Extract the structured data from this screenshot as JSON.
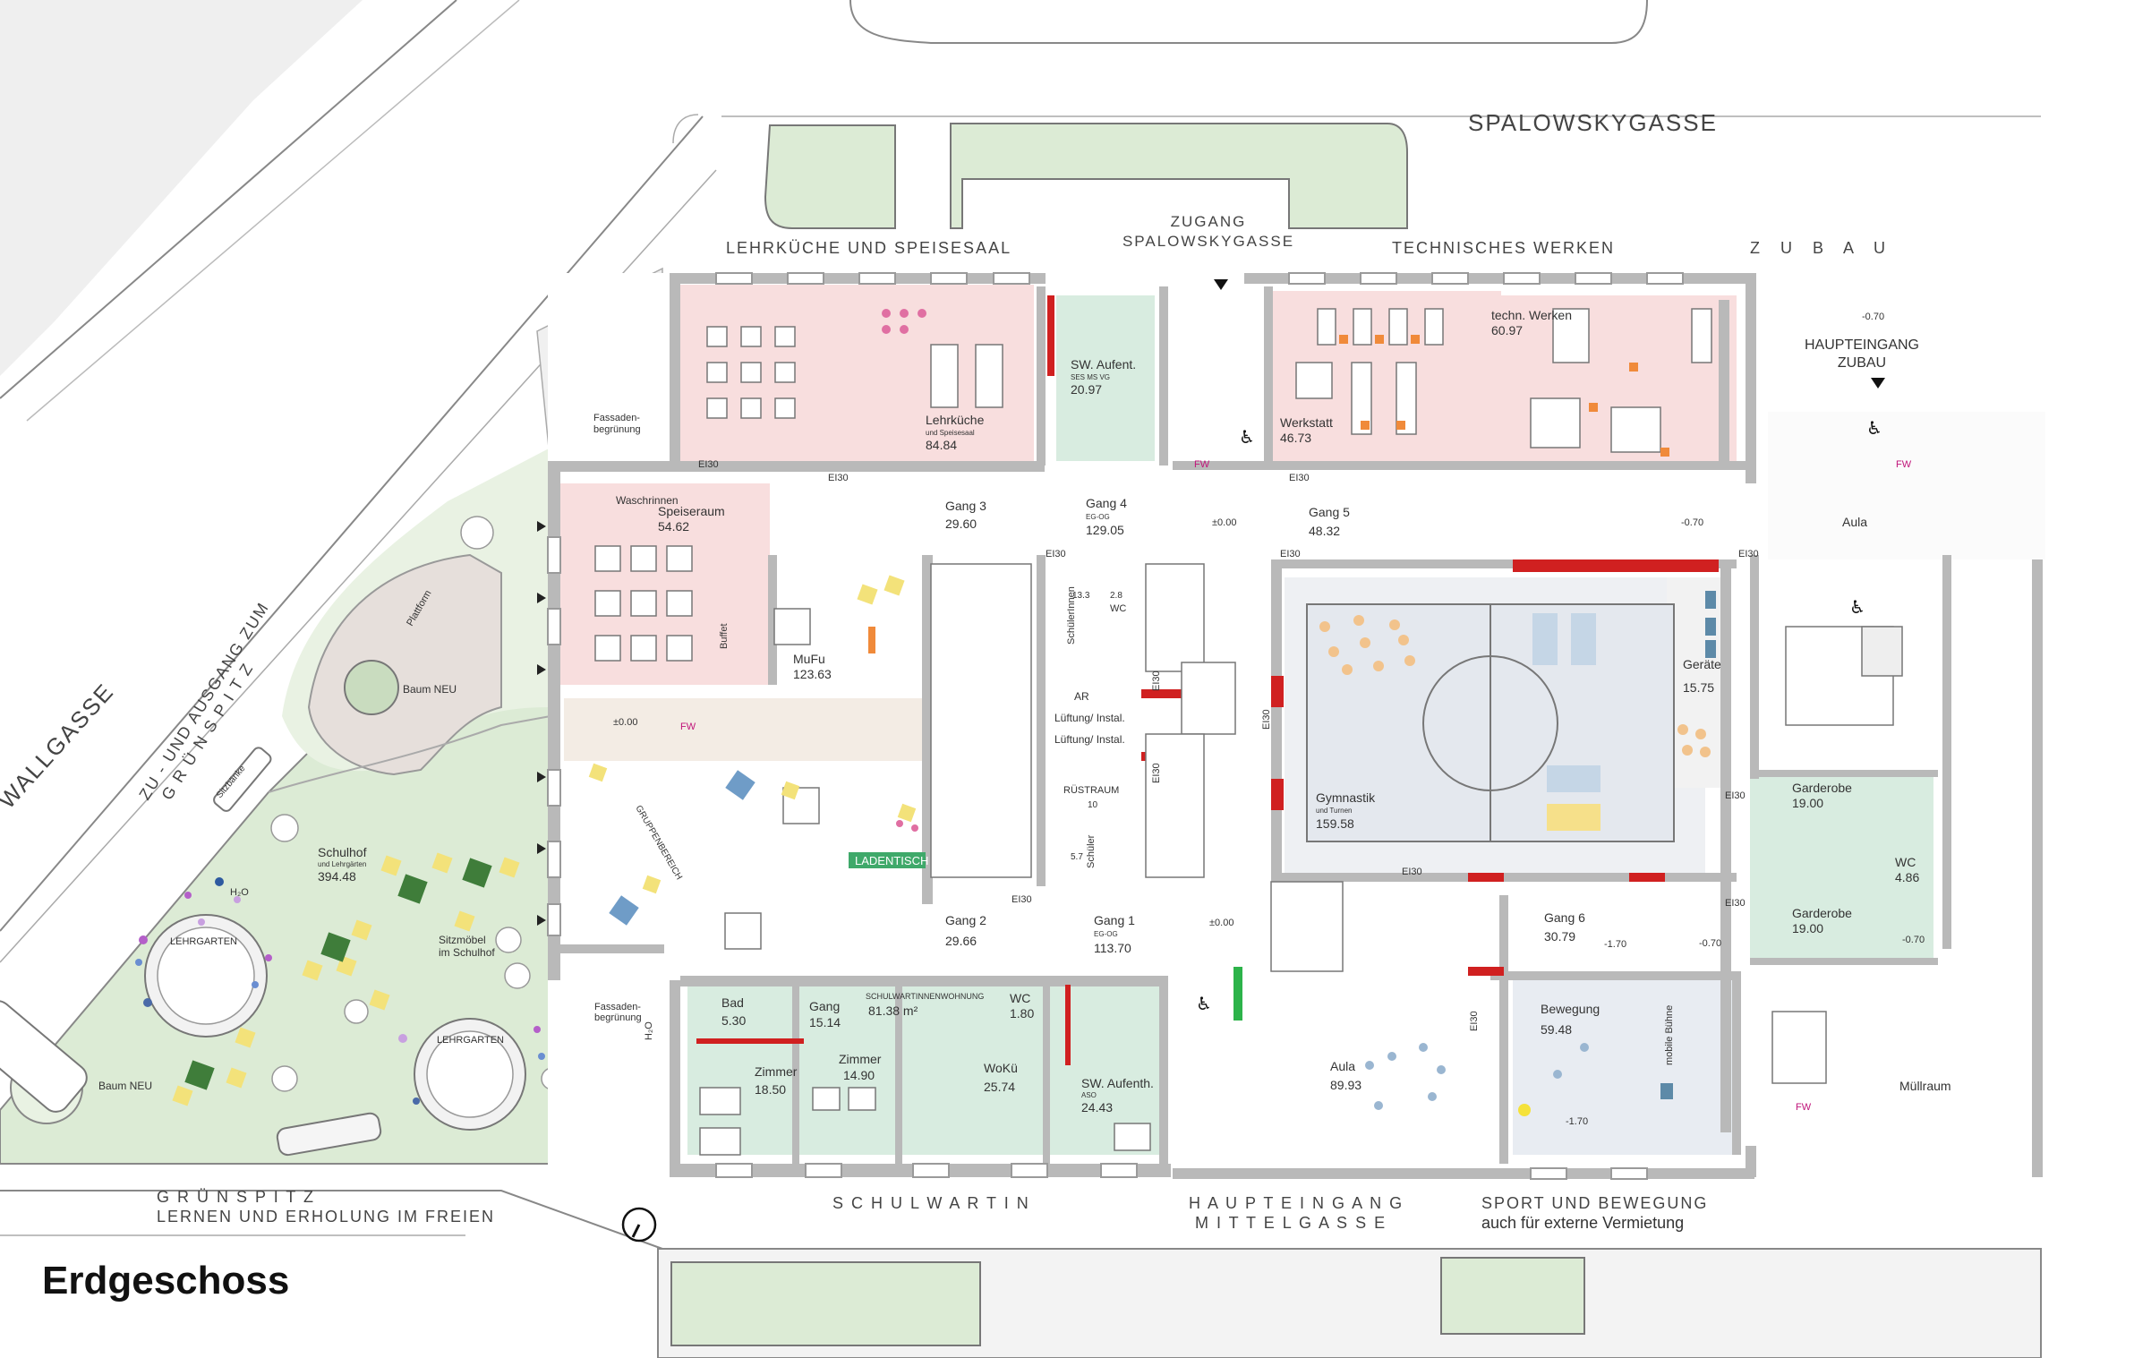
{
  "title": "Erdgeschoss",
  "colors": {
    "kitchen": "#f8dede",
    "green_room": "#d8ece0",
    "garden": "#dcebd5",
    "wall": "#b9b9b9",
    "fire_red": "#d02020",
    "fw_magenta": "#c0157a",
    "door_green": "#2db34a"
  },
  "streets": {
    "spalowsky": "SPALOWSKYGASSE",
    "wallgasse": "WALLGASSE",
    "zubau": "Z U B A U"
  },
  "zones": {
    "lehrkueche": "LEHRKÜCHE UND SPEISESAAL",
    "zugang_1": "ZUGANG",
    "zugang_2": "SPALOWSKYGASSE",
    "werken": "TECHNISCHES WERKEN",
    "haupteingang_zubau_1": "HAUPTEINGANG",
    "haupteingang_zubau_2": "ZUBAU",
    "gruenspitz_entry_1": "ZU - UND AUSGANG ZUM",
    "gruenspitz_entry_2": "G R Ü N S P I T Z",
    "gruenspitz_1": "G R Ü N S P I T Z",
    "gruenspitz_2": "LERNEN UND ERHOLUNG IM FREIEN",
    "schulwartin": "S C H U L W A R T I N",
    "haupteingang_mittel_1": "H A U P T E I N G A N G",
    "haupteingang_mittel_2": "M I T T E L G A S S E",
    "sport_1": "SPORT UND BEWEGUNG",
    "sport_2": "auch für externe Vermietung"
  },
  "rooms": {
    "lehrkueche": {
      "name": "Lehrküche",
      "sub": "und Speisesaal",
      "area": "84.84"
    },
    "sw_aufent_top": {
      "name": "SW. Aufent.",
      "sub": "SES MS VG",
      "area": "20.97"
    },
    "werkstatt": {
      "name": "Werkstatt",
      "area": "46.73"
    },
    "techn_werken": {
      "name": "techn. Werken",
      "area": "60.97"
    },
    "speiseraum": {
      "name": "Speiseraum",
      "area": "54.62"
    },
    "waschrinnen": "Waschrinnen",
    "buffet": "Buffet",
    "mufu": {
      "name": "MuFu",
      "area": "123.63"
    },
    "gang3": {
      "name": "Gang 3",
      "area": "29.60"
    },
    "gang4": {
      "name": "Gang 4",
      "sub": "EG-OG",
      "area": "129.05"
    },
    "gang5": {
      "name": "Gang 5",
      "area": "48.32"
    },
    "aula_top": {
      "name": "Aula"
    },
    "schuelerinnen": {
      "name": "SchülerInnen",
      "area": "13.3"
    },
    "wc_small": {
      "name": "WC",
      "area": "2.8"
    },
    "ar": "AR",
    "lueftung1": "Lüftung/ Instal.",
    "lueftung2": "Lüftung/ Instal.",
    "ruestraum": {
      "name": "RÜSTRAUM",
      "area": "10"
    },
    "schueler": {
      "name": "Schüler",
      "area": "5.7"
    },
    "ladentisch": "LADENTISCH",
    "gruppenbereich": "GRUPPENBEREICH",
    "gymnastik": {
      "name": "Gymnastik",
      "sub": "und Turnen",
      "area": "159.58"
    },
    "geraete": {
      "name": "Geräte",
      "area": "15.75"
    },
    "garderobe1": {
      "name": "Garderobe",
      "area": "19.00"
    },
    "garderobe2": {
      "name": "Garderobe",
      "area": "19.00"
    },
    "wc_right": {
      "name": "WC",
      "area": "4.86"
    },
    "gang2": {
      "name": "Gang 2",
      "area": "29.66"
    },
    "gang1": {
      "name": "Gang 1",
      "sub": "EG-OG",
      "area": "113.70"
    },
    "gang6": {
      "name": "Gang 6",
      "area": "30.79"
    },
    "bad": {
      "name": "Bad",
      "area": "5.30"
    },
    "gang_sw": {
      "name": "Gang",
      "area": "15.14"
    },
    "schulwartin_whg": {
      "name": "SCHULWARTINNENWOHNUNG",
      "area": "81.38 m²"
    },
    "wc_sw": {
      "name": "WC",
      "area": "1.80"
    },
    "zimmer1": {
      "name": "Zimmer",
      "area": "18.50"
    },
    "zimmer2": {
      "name": "Zimmer",
      "area": "14.90"
    },
    "wokue": {
      "name": "WoKü",
      "area": "25.74"
    },
    "sw_aufenth": {
      "name": "SW. Aufenth.",
      "sub": "ASO",
      "area": "24.43"
    },
    "aula": {
      "name": "Aula",
      "area": "89.93"
    },
    "bewegung": {
      "name": "Bewegung",
      "area": "59.48"
    },
    "mobile_buehne": "mobile Bühne",
    "muellraum": "Müllraum",
    "schulhof": {
      "name": "Schulhof",
      "sub": "und Lehrgärten",
      "area": "394.48"
    },
    "sitzmoebel_1": "Sitzmöbel",
    "sitzmoebel_2": "im Schulhof",
    "baum_neu_1": "Baum NEU",
    "baum_neu_2": "Baum NEU",
    "plattform": "Plattform",
    "sitzbaenke": "Sitzbänke",
    "fassade_1a": "Fassaden-",
    "fassade_1b": "begrünung",
    "fassade_2a": "Fassaden-",
    "fassade_2b": "begrünung",
    "h2o_1": "H₂O",
    "h2o_2": "H₂O",
    "lehrgarten": "LEHRGARTEN"
  },
  "fire_ratings": [
    "EI30"
  ],
  "levels": {
    "zero": "±0.00",
    "minus070": "-0.70",
    "minus170": "-1.70"
  },
  "fw": "FW"
}
